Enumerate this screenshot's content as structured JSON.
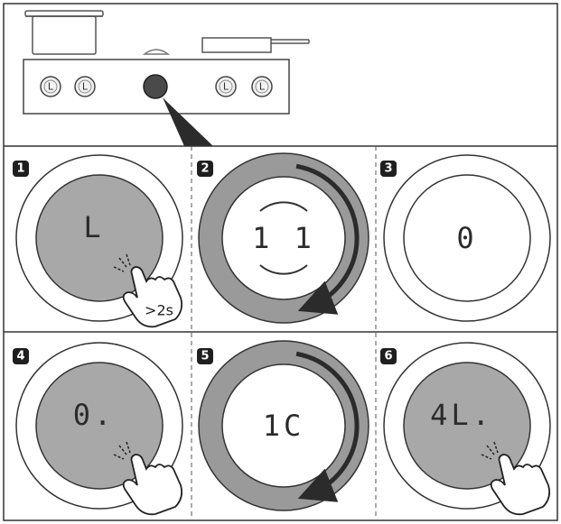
{
  "colors": {
    "zone_active": "#a8a8a8",
    "ring_dark": "#9a9a9a",
    "line": "#333333",
    "background": "#ffffff"
  },
  "cooktop": {
    "controls": [
      {
        "label": "L",
        "type": "knob"
      },
      {
        "label": "L",
        "type": "knob"
      },
      {
        "label": "",
        "type": "active-button"
      },
      {
        "label": "L",
        "type": "knob"
      },
      {
        "label": "L",
        "type": "knob"
      }
    ]
  },
  "steps": [
    {
      "number": "1",
      "display": "L",
      "zone": "filled",
      "touch": true,
      "duration": ">2s",
      "arrow": false
    },
    {
      "number": "2",
      "display": "1 1",
      "zone": "ring",
      "touch": false,
      "duration": "",
      "arrow": true
    },
    {
      "number": "3",
      "display": "0",
      "zone": "empty",
      "touch": false,
      "duration": "",
      "arrow": false
    },
    {
      "number": "4",
      "display": "0.",
      "zone": "filled",
      "touch": true,
      "duration": "",
      "arrow": false
    },
    {
      "number": "5",
      "display": "1C",
      "zone": "ring",
      "touch": false,
      "duration": "",
      "arrow": true
    },
    {
      "number": "6",
      "display": "4L.",
      "zone": "filled",
      "touch": true,
      "duration": "",
      "arrow": false
    }
  ]
}
